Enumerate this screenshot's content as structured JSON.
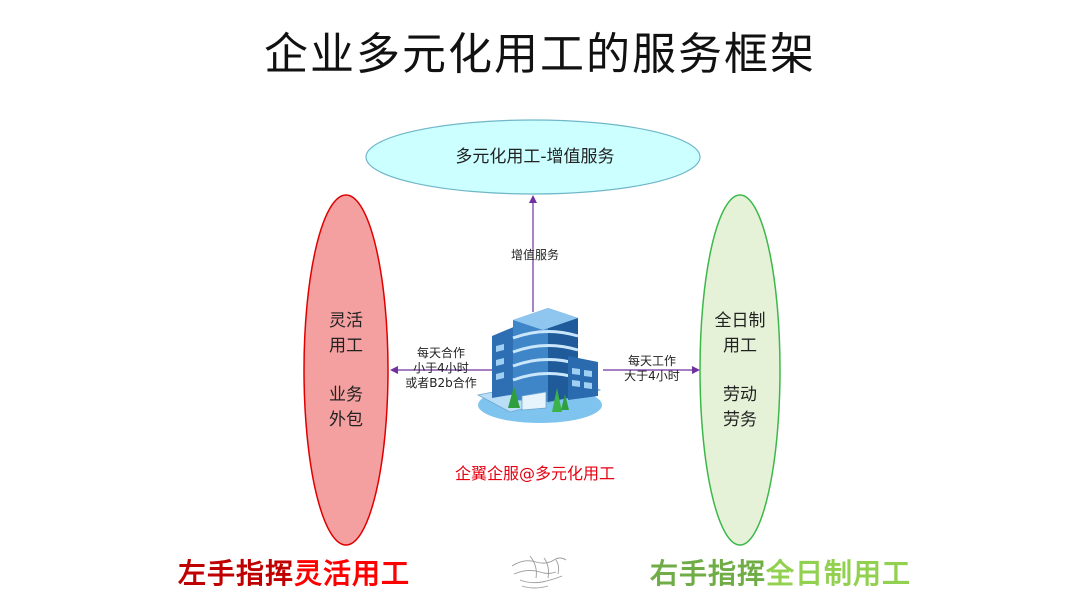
{
  "title": "企业多元化用工的服务框架",
  "top_service": "多元化用工-增值服务",
  "up_arrow_label": "增值服务",
  "left_oval": {
    "text": "灵活\n用工\n\n业务\n外包",
    "color": "#f4a0a0",
    "stroke": "#e00000"
  },
  "right_oval": {
    "text": "全日制\n用工\n\n劳动\n劳务",
    "color": "#e6f2d8",
    "stroke": "#3cb84a"
  },
  "left_arrow_label": "每天合作\n小于4小时\n或者B2b合作",
  "right_arrow_label": "每天工作\n大于4小时",
  "brand": "企翼企服@多元化用工",
  "bottom_left": {
    "part1": "左手指挥",
    "part2": "灵活用工",
    "color1": "#c00000",
    "color2": "#ff0000"
  },
  "bottom_right": {
    "part1": "右手指挥",
    "part2": "全日制用工",
    "color1": "#70ad47",
    "color2": "#92d050"
  },
  "arrow_color": "#7030a0",
  "top_ellipse_color": "#ccffff"
}
